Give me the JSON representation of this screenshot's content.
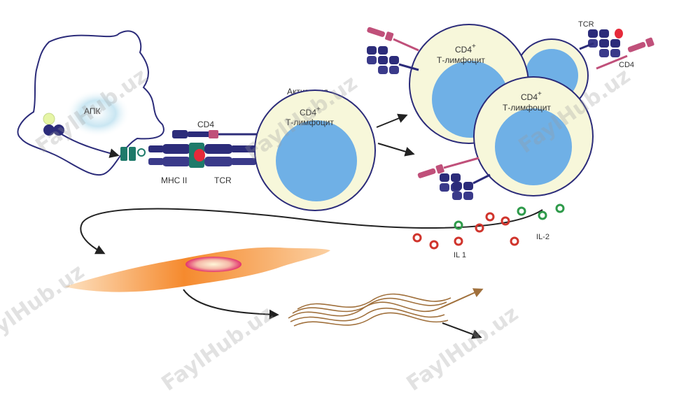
{
  "labels": {
    "apc": "АПК",
    "activation": "Активация",
    "cd4_plus": "CD4",
    "plus_sign": "+",
    "t_lymph": "Т-лимфоцит",
    "cd4": "CD4",
    "mhc2": "MHC II",
    "tcr": "TCR",
    "il1": "IL 1",
    "il2": "IL-2"
  },
  "watermark": "FaylHub.uz",
  "colors": {
    "receptor_dark": "#2c2c7a",
    "receptor_pink": "#c0507a",
    "nucleus_blue": "#6fb0e6",
    "cell_cream": "#f7f7da",
    "fibroblast_orange": "#f58a2e",
    "fibers_brown": "#a0703c",
    "cytokine_green": "#2e9a4a",
    "cytokine_red": "#d0342c"
  },
  "icons": [
    "arrow-icon",
    "receptor-icon",
    "cytokine-icon",
    "fiber-icon"
  ]
}
